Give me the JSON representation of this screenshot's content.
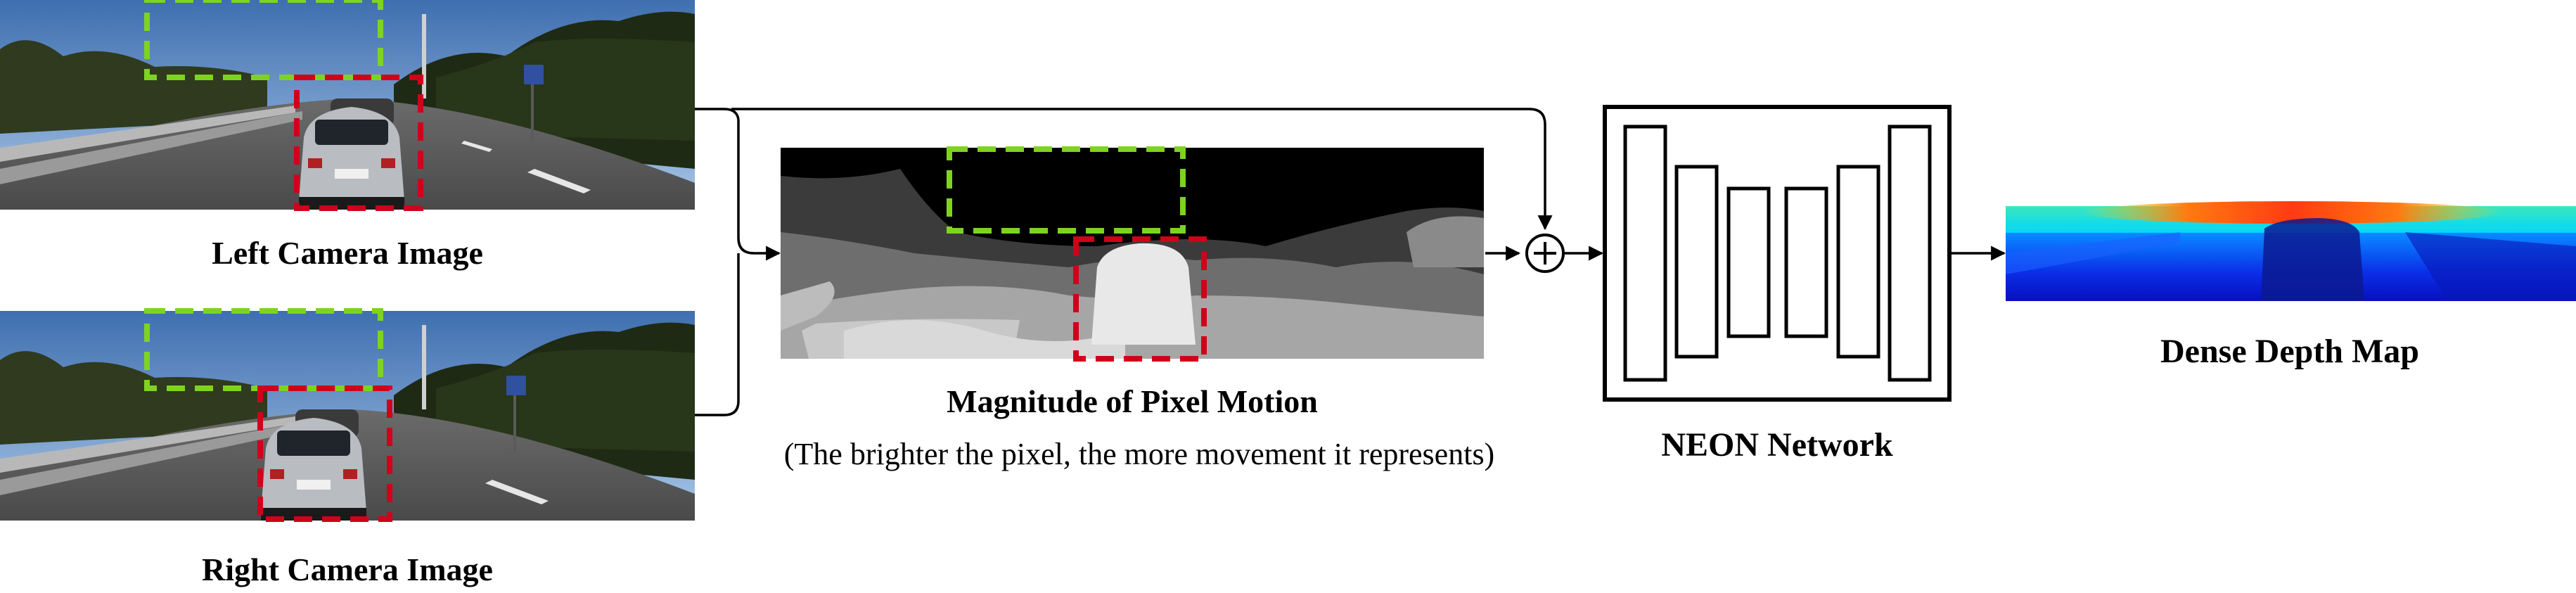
{
  "left_camera": {
    "label": "Left Camera Image"
  },
  "right_camera": {
    "label": "Right Camera Image"
  },
  "motion": {
    "title": "Magnitude of Pixel Motion",
    "subtitle": "(The brighter the pixel, the more movement it represents)"
  },
  "fusion": {
    "symbol": "+"
  },
  "network": {
    "label": "NEON Network",
    "layers": 6
  },
  "output": {
    "label": "Dense Depth Map"
  },
  "colors": {
    "roi_green": "#7ed321",
    "roi_red": "#d0021b",
    "depth_far": "#ff3b12",
    "depth_near": "#0a10c8",
    "motion_dark": "#000000",
    "motion_bright": "#e8e8e8"
  }
}
